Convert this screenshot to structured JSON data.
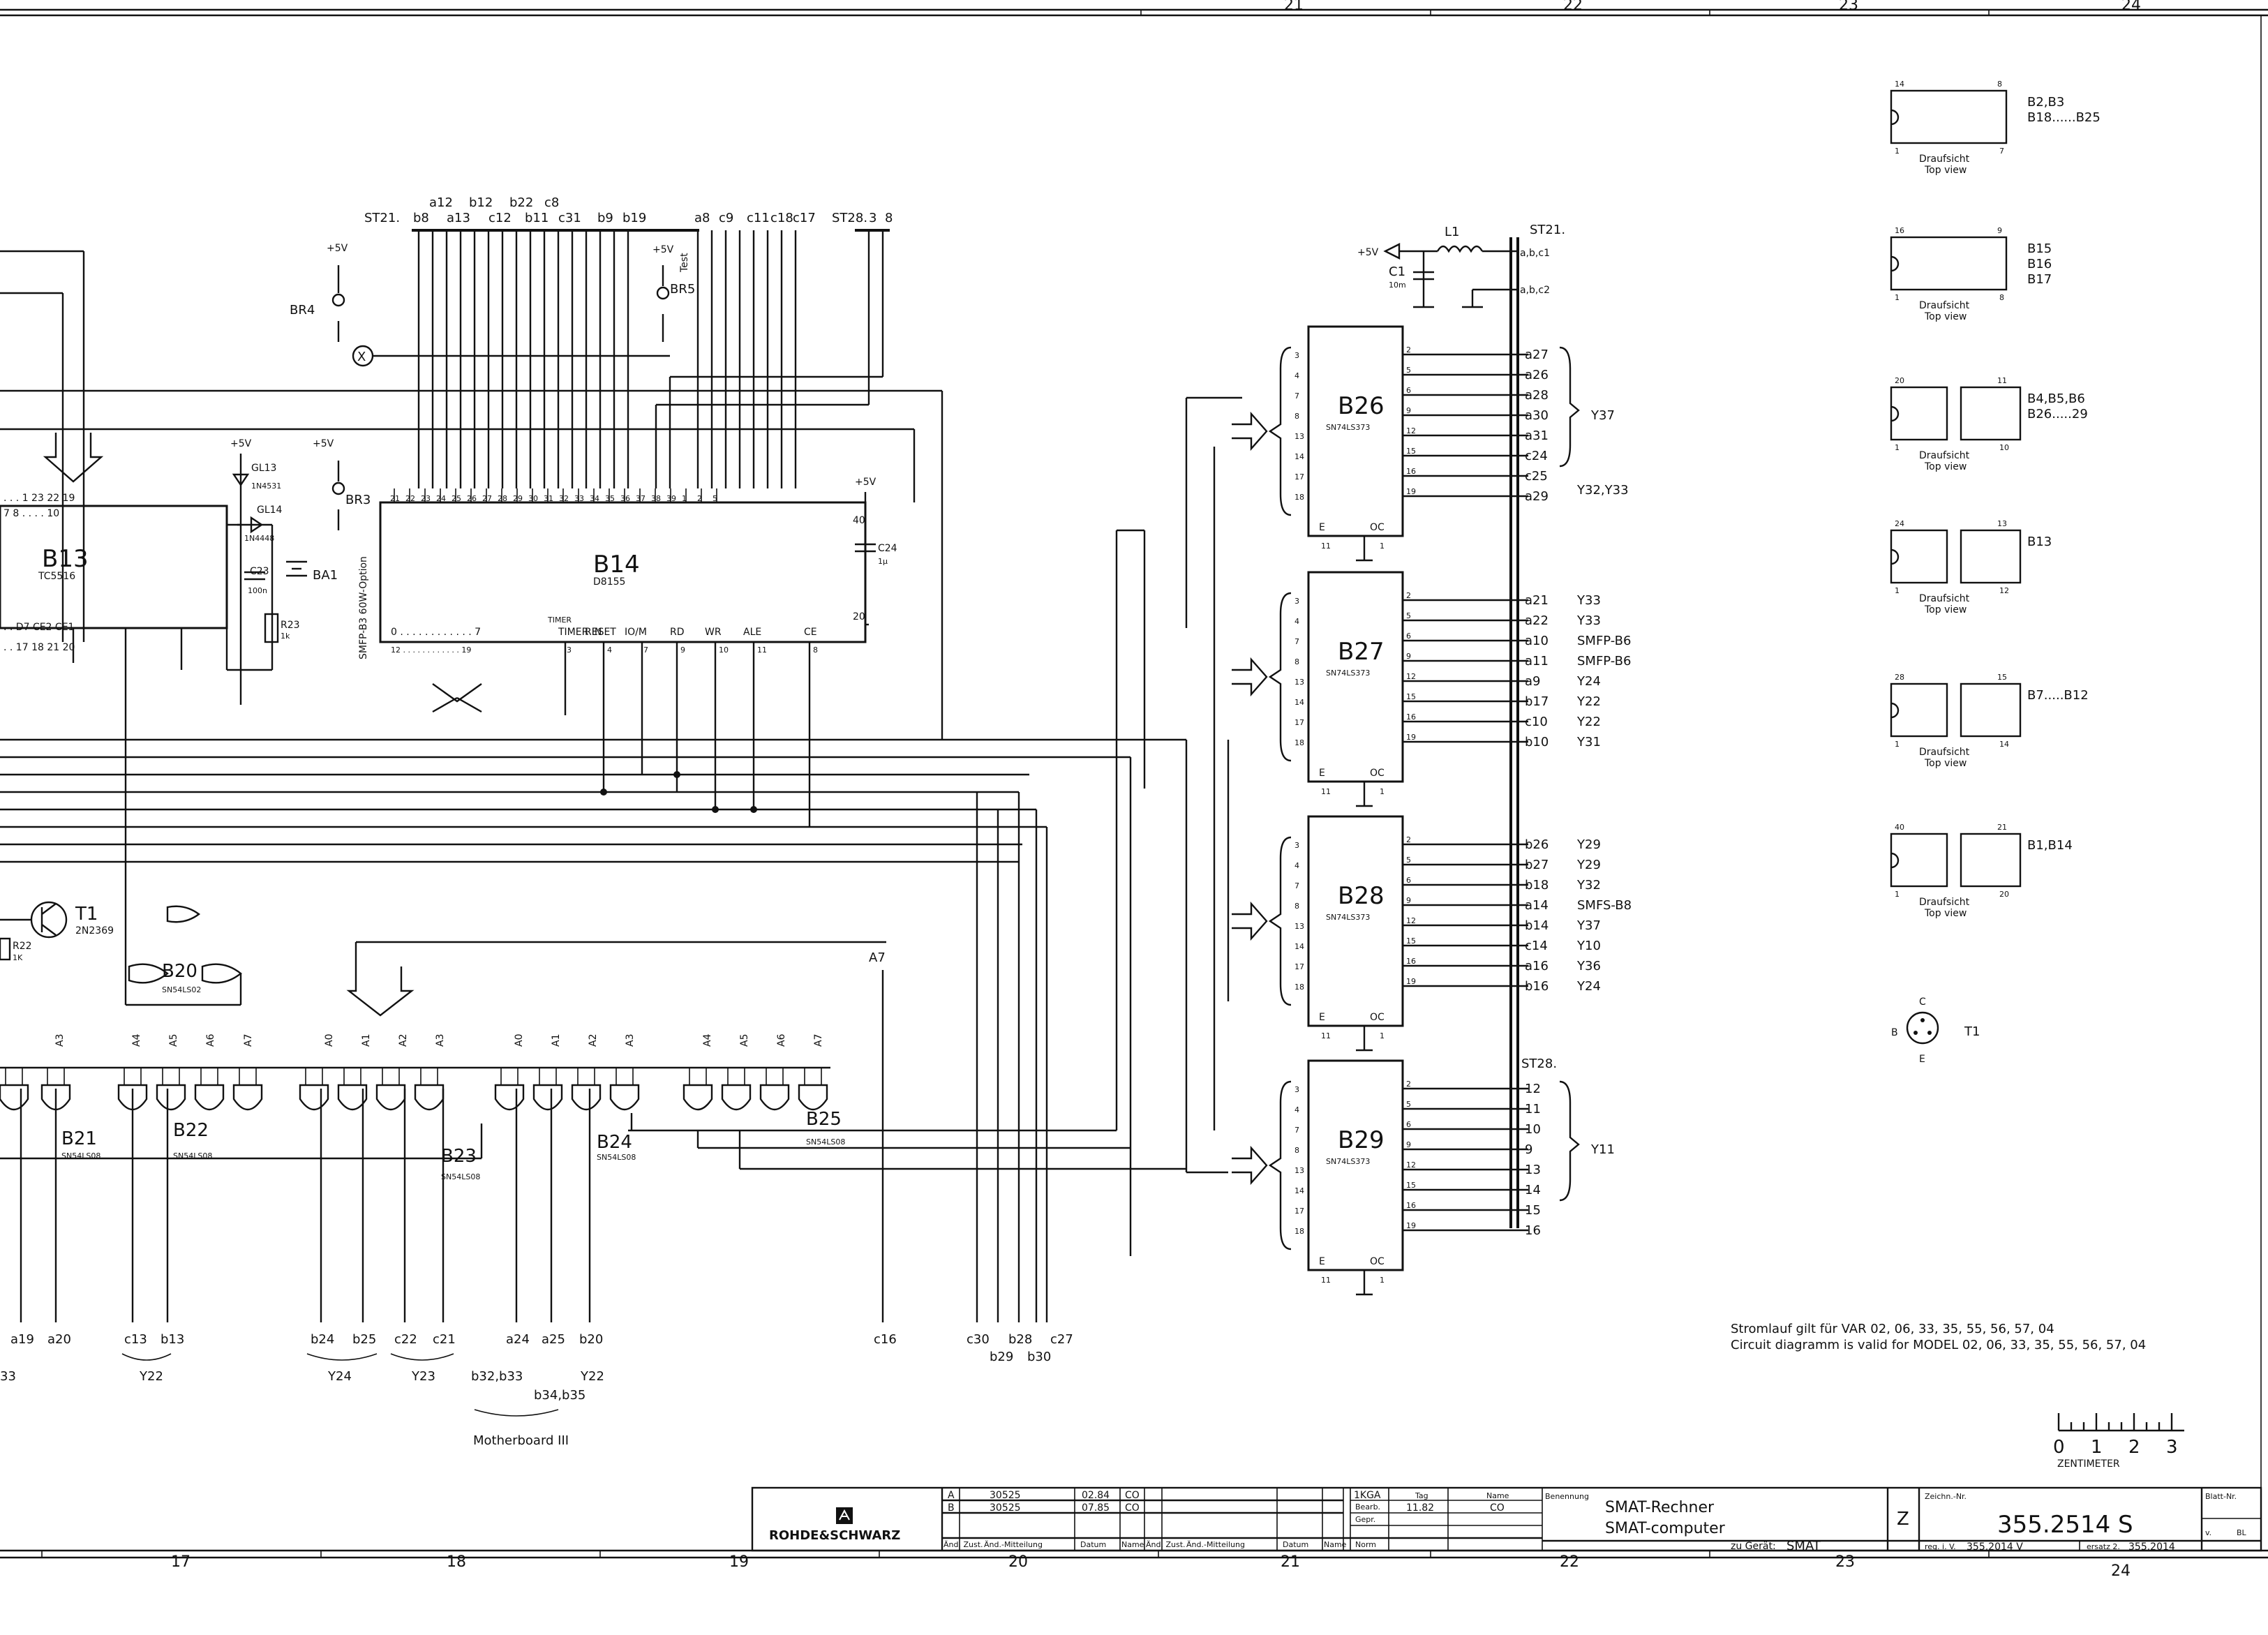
{
  "grid": {
    "top": [
      "21",
      "22",
      "23",
      "24"
    ],
    "bottom": [
      "17",
      "18",
      "19",
      "20",
      "21",
      "22",
      "23",
      "24"
    ]
  },
  "connectors": {
    "st21_top": "ST21.",
    "st28_top": "ST28.",
    "st21_top_pins": [
      "b8",
      "a13",
      "c12",
      "b11",
      "c31",
      "b9",
      "b19",
      "a8",
      "c9",
      "c11",
      "c18",
      "c17"
    ],
    "st21_top_pins_upper": [
      "a12",
      "b12",
      "b22",
      "c8"
    ],
    "st28_top_pins": [
      "3",
      "8"
    ],
    "st21_right": "ST21.",
    "st28_right": "ST28.",
    "supply_pins": [
      "a,b,c1",
      "a,b,c2"
    ]
  },
  "power": {
    "plus5v": "+5V",
    "L1": "L1",
    "C1": "C1",
    "C1_val": "10m",
    "BR4": "BR4",
    "BR5": "BR5",
    "BR3": "BR3",
    "test": "Test",
    "option": "SMFP-B3 60W-Option",
    "X": "X"
  },
  "components": {
    "B13": {
      "name": "B13",
      "type": "TC5516",
      "pins_top": ". . .  1   23  22  19",
      "pins_top2": "7   8 . . . . 10",
      "pins_bottom": ". . D7     CE2                    CE1",
      "pins_nums": ". . 17       18        21           20"
    },
    "B14": {
      "name": "B14",
      "type": "D8155",
      "top_pins": [
        "21",
        "22",
        "23",
        "24",
        "25",
        "26",
        "27",
        "28",
        "29",
        "30",
        "31",
        "32",
        "33",
        "34",
        "35",
        "36",
        "37",
        "38",
        "39",
        "1",
        "2",
        "5"
      ],
      "bottom_labels": [
        "0 . . . . . . . . . . . . 7",
        "TIMER IN",
        "RESET",
        "IO/M",
        "RD",
        "WR",
        "ALE",
        "CE"
      ],
      "bottom_nums": [
        "12 . . . . . . . . . . . . 19",
        "3",
        "4",
        "7",
        "9",
        "10",
        "11",
        "8"
      ],
      "pin40": "40",
      "pin20": "20"
    },
    "GL13": {
      "name": "GL13",
      "type": "1N4531"
    },
    "GL14": {
      "name": "GL14",
      "type": "1N4448"
    },
    "C23": {
      "name": "C23",
      "val": "100n"
    },
    "BA1": "BA1",
    "R23": {
      "name": "R23",
      "val": "1k"
    },
    "C24": {
      "name": "C24",
      "val": "1µ"
    },
    "T1": {
      "name": "T1",
      "type": "2N2369"
    },
    "R22": {
      "name": "R22",
      "val": "1K"
    },
    "B20": {
      "name": "B20",
      "type": "SN54LS02"
    },
    "B21": {
      "name": "B21",
      "type": "SN54LS08"
    },
    "B22": {
      "name": "B22",
      "type": "SN54LS08"
    },
    "B23": {
      "name": "B23",
      "type": "SN54LS08"
    },
    "B24": {
      "name": "B24",
      "type": "SN54LS08"
    },
    "B25": {
      "name": "B25",
      "type": "SN54LS08"
    },
    "A7": "A7"
  },
  "latches": [
    {
      "name": "B26",
      "type": "SN74LS373",
      "inputs": [
        "3",
        "4",
        "7",
        "8",
        "13",
        "14",
        "17",
        "18"
      ],
      "outputs": [
        "2",
        "5",
        "6",
        "9",
        "12",
        "15",
        "16",
        "19"
      ],
      "signals": [
        "a27",
        "a26",
        "a28",
        "a30",
        "a31",
        "c24",
        "c25",
        "a29"
      ],
      "bottom": [
        "11",
        "1"
      ],
      "ctrl": [
        "E",
        "OC"
      ],
      "notes": [
        {
          "text": "Y37",
          "row": 3
        },
        {
          "text": "Y32,Y33",
          "row": 7
        }
      ]
    },
    {
      "name": "B27",
      "type": "SN74LS373",
      "inputs": [
        "3",
        "4",
        "7",
        "8",
        "13",
        "14",
        "17",
        "18"
      ],
      "outputs": [
        "2",
        "5",
        "6",
        "9",
        "12",
        "15",
        "16",
        "19"
      ],
      "signals": [
        "a21",
        "a22",
        "a10",
        "a11",
        "a9",
        "b17",
        "c10",
        "b10"
      ],
      "bottom": [
        "11",
        "1"
      ],
      "ctrl": [
        "E",
        "OC"
      ],
      "notes": [
        {
          "text": "Y33",
          "row": 0
        },
        {
          "text": "Y33",
          "row": 1
        },
        {
          "text": "SMFP-B6",
          "row": 2
        },
        {
          "text": "SMFP-B6",
          "row": 3
        },
        {
          "text": "Y24",
          "row": 4
        },
        {
          "text": "Y22",
          "row": 5
        },
        {
          "text": "Y22",
          "row": 6
        },
        {
          "text": "Y31",
          "row": 7
        }
      ]
    },
    {
      "name": "B28",
      "type": "SN74LS373",
      "inputs": [
        "3",
        "4",
        "7",
        "8",
        "13",
        "14",
        "17",
        "18"
      ],
      "outputs": [
        "2",
        "5",
        "6",
        "9",
        "12",
        "15",
        "16",
        "19"
      ],
      "signals": [
        "b26",
        "b27",
        "b18",
        "a14",
        "b14",
        "c14",
        "a16",
        "b16"
      ],
      "bottom": [
        "11",
        "1"
      ],
      "ctrl": [
        "E",
        "OC"
      ],
      "notes": [
        {
          "text": "Y29",
          "row": 0
        },
        {
          "text": "Y29",
          "row": 1
        },
        {
          "text": "Y32",
          "row": 2
        },
        {
          "text": "SMFS-B8",
          "row": 3
        },
        {
          "text": "Y37",
          "row": 4
        },
        {
          "text": "Y10",
          "row": 5
        },
        {
          "text": "Y36",
          "row": 6
        },
        {
          "text": "Y24",
          "row": 7
        }
      ]
    },
    {
      "name": "B29",
      "type": "SN74LS373",
      "inputs": [
        "3",
        "4",
        "7",
        "8",
        "13",
        "14",
        "17",
        "18"
      ],
      "outputs": [
        "2",
        "5",
        "6",
        "9",
        "12",
        "15",
        "16",
        "19"
      ],
      "signals": [
        "12",
        "11",
        "10",
        "9",
        "13",
        "14",
        "15",
        "16"
      ],
      "bottom": [
        "11",
        "1"
      ],
      "ctrl": [
        "E",
        "OC"
      ],
      "notes": [
        {
          "text": "Y11",
          "row": 3
        }
      ]
    }
  ],
  "gate_addr": [
    {
      "group": [
        "A3"
      ]
    },
    {
      "group": [
        "A4",
        "A5",
        "A6",
        "A7"
      ]
    },
    {
      "group": [
        "A0",
        "A1",
        "A2",
        "A3"
      ]
    },
    {
      "group": [
        "A0",
        "A1",
        "A2",
        "A3"
      ]
    },
    {
      "group": [
        "A4",
        "A5",
        "A6",
        "A7"
      ]
    }
  ],
  "bottom_signals": {
    "pairs": [
      {
        "a": "a19",
        "b": "a20",
        "note": ""
      },
      {
        "a": "c13",
        "b": "b13",
        "note": "Y22"
      },
      {
        "a": "b24",
        "b": "b25",
        "note": "Y24"
      },
      {
        "a": "c22",
        "b": "c21",
        "note": "Y23"
      },
      {
        "a": "a24",
        "b": "a25",
        "c": "b20",
        "note": ""
      },
      {
        "a": "c16",
        "note": ""
      },
      {
        "a": "c30",
        "b": "b28",
        "c": "c27",
        "note": ""
      }
    ],
    "extra": [
      "b29",
      "b30",
      "33",
      "b32,b33",
      "Y22",
      "b34,b35"
    ],
    "motherboard": "Motherboard III"
  },
  "pinouts": [
    {
      "pins_top": [
        "14",
        "8"
      ],
      "pins_bottom": [
        "1",
        "7"
      ],
      "label": "Draufsicht",
      "sub": "Top view",
      "parts": "B2,B3\nB18......B25"
    },
    {
      "pins_top": [
        "16",
        "9"
      ],
      "pins_bottom": [
        "1",
        "8"
      ],
      "label": "Draufsicht",
      "sub": "Top view",
      "parts": "B15\nB16\nB17"
    },
    {
      "pins_top": [
        "20",
        "11"
      ],
      "pins_bottom": [
        "1",
        "10"
      ],
      "label": "Draufsicht",
      "sub": "Top view",
      "parts": "B4,B5,B6\nB26.....29"
    },
    {
      "pins_top": [
        "24",
        "13"
      ],
      "pins_bottom": [
        "1",
        "12"
      ],
      "label": "Draufsicht",
      "sub": "Top view",
      "parts": "B13"
    },
    {
      "pins_top": [
        "28",
        "15"
      ],
      "pins_bottom": [
        "1",
        "14"
      ],
      "label": "Draufsicht",
      "sub": "Top view",
      "parts": "B7.....B12"
    },
    {
      "pins_top": [
        "40",
        "21"
      ],
      "pins_bottom": [
        "1",
        "20"
      ],
      "label": "Draufsicht",
      "sub": "Top view",
      "parts": "B1,B14"
    }
  ],
  "transistor_pinout": {
    "c": "C",
    "b": "B",
    "e": "E",
    "label": "T1"
  },
  "note": {
    "de": "Stromlauf gilt für VAR 02, 06, 33, 35, 55, 56, 57, 04",
    "en": "Circuit diagramm is valid for MODEL 02, 06, 33, 35, 55, 56, 57, 04"
  },
  "scale": {
    "ticks": [
      "0",
      "1",
      "2",
      "3"
    ],
    "unit": "ZENTIMETER"
  },
  "titleblock": {
    "company": "ROHDE&SCHWARZ",
    "rev_rows": [
      {
        "letter": "A",
        "num": "30525",
        "date": "02.84",
        "name": "CO"
      },
      {
        "letter": "B",
        "num": "30525",
        "date": "07.85",
        "name": "CO"
      }
    ],
    "hdr_aend": "Änd. Zust.",
    "hdr_mitteilung": "Änd.-Mitteilung",
    "hdr_datum": "Datum",
    "hdr_name": "Name",
    "kgr": "1KGA",
    "tag": "Tag",
    "name_hdr": "Name",
    "bearb": "Bearb.",
    "bearb_date": "11.82",
    "bearb_name": "CO",
    "gepr": "Gepr.",
    "norm": "Norm",
    "benennung": "Benennung",
    "title_de": "SMAT-Rechner",
    "title_en": "SMAT-computer",
    "zu_geraet_lbl": "zu Gerät:",
    "zu_geraet": "SMAT",
    "z": "Z",
    "zeich_lbl": "Zeichn.-Nr.",
    "drawing_no": "355.2514 S",
    "blatt": "Blatt-Nr.",
    "reg_lbl": "reg. i. V.",
    "reg_val": "355.2014 V",
    "ersatz_lbl": "ersatz 2.",
    "ersatz_val": "355.2014",
    "v": "v.",
    "bl": "BL"
  }
}
